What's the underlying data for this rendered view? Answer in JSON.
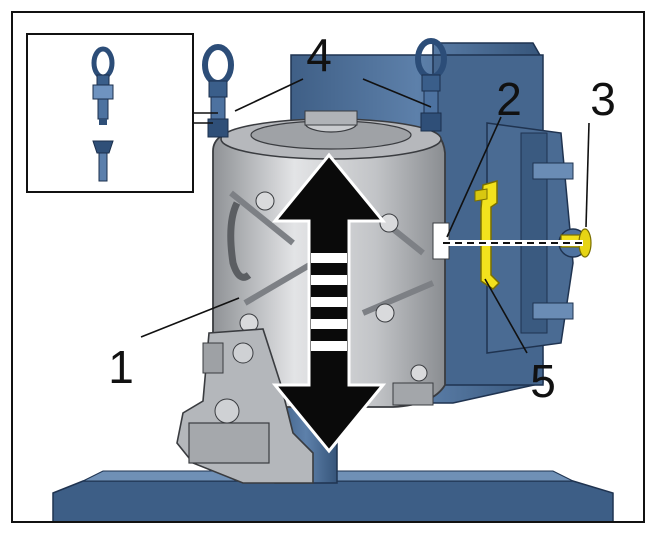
{
  "callouts": {
    "item_1": "1",
    "item_2": "2",
    "item_3": "3",
    "item_4": "4",
    "item_5": "5"
  },
  "colors": {
    "stand_blue": "#4e6f96",
    "stand_dark": "#35506f",
    "housing_grey": "#c7c9cc",
    "housing_dark": "#8f9296",
    "highlight_yellow": "#f2e21d",
    "arrow_black": "#0a0a0a"
  },
  "icons": {
    "lifting_eye": "lifting-eye-icon",
    "direction": "up-down-arrow-icon"
  }
}
